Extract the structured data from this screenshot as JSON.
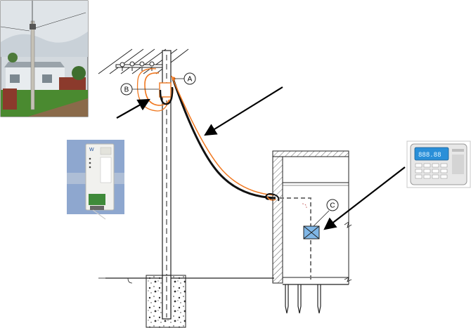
{
  "callouts": {
    "a": "A",
    "b": "B",
    "c": "C"
  },
  "remote_display": {
    "reading": "888.88"
  },
  "colors": {
    "service_cable": "#111111",
    "pilot_wire": "#f07820",
    "lcd": "#2a8fd8",
    "meter_box": "#7fb6e6",
    "photo_grass": "#4a8a30",
    "photo_sky": "#cfd6dc"
  },
  "icons": {
    "site_photo": "house-with-pole-photo",
    "meter_device": "din-rail-meter-photo",
    "display_unit": "customer-display-unit-photo"
  }
}
